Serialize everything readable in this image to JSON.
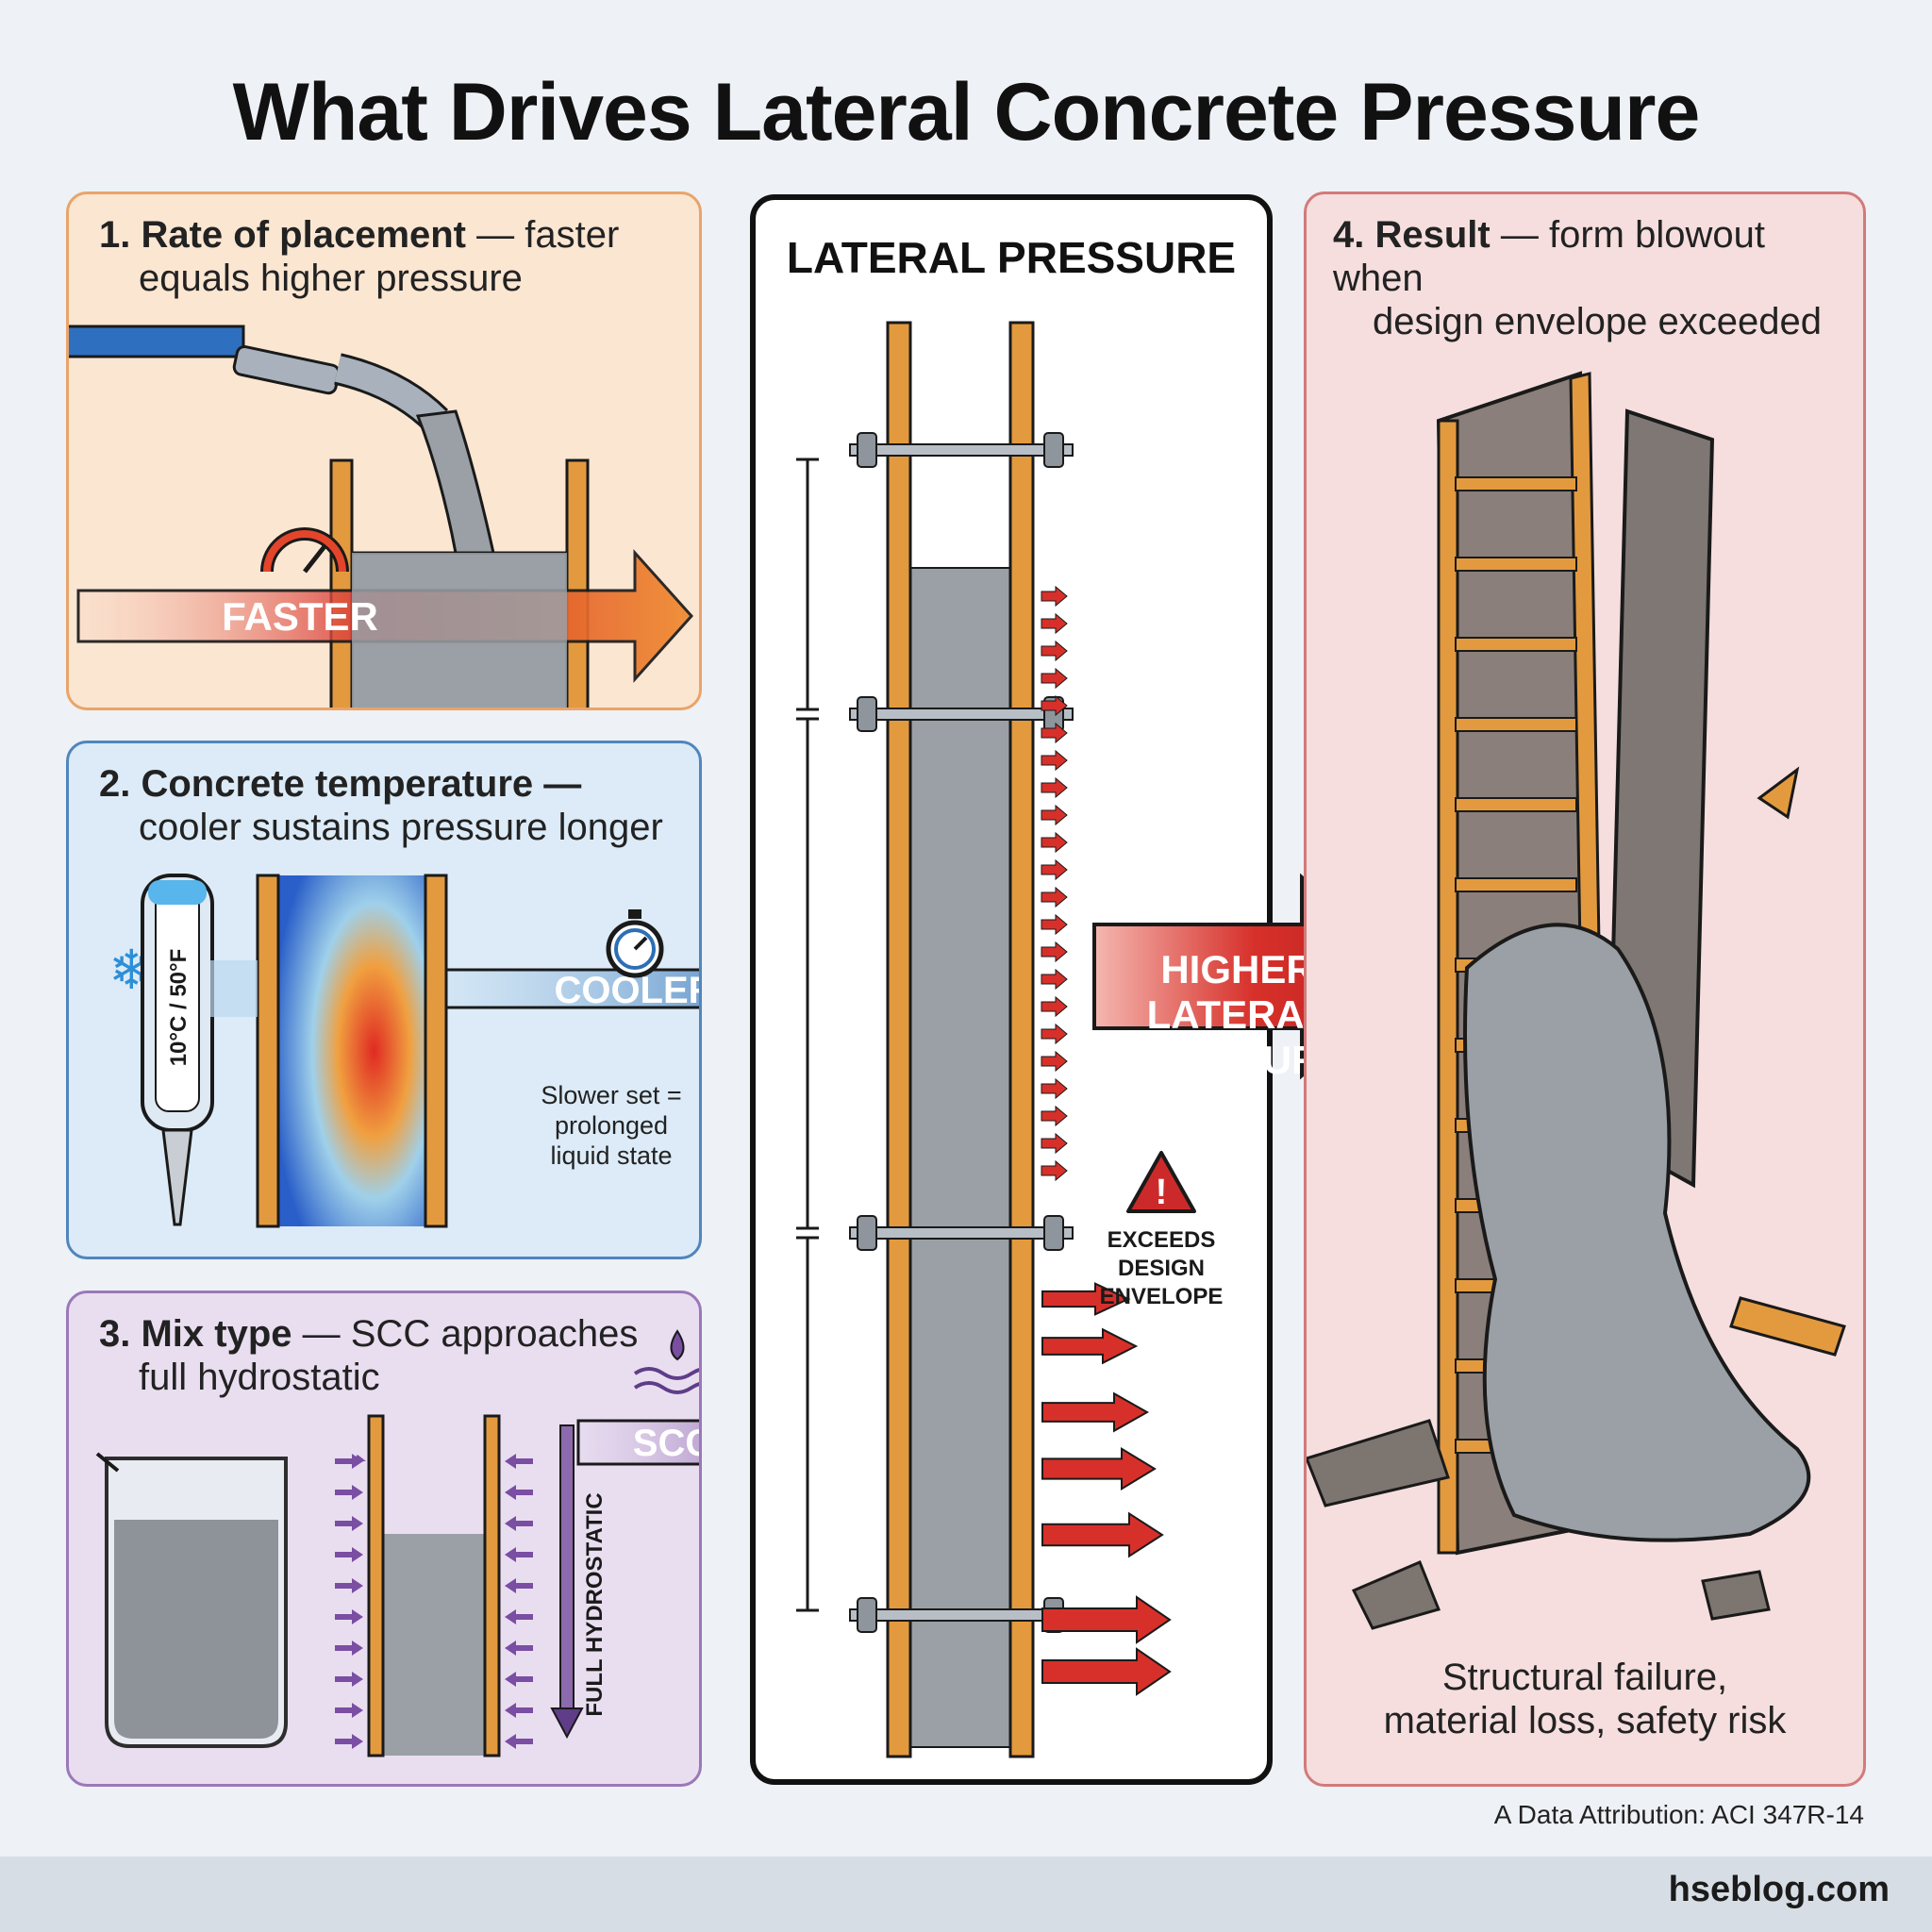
{
  "title": "What Drives Lateral Concrete Pressure",
  "panels": {
    "placement": {
      "heading": "1. Rate of placement",
      "line1": "faster",
      "line2": "equals higher pressure",
      "arrow_label": "FASTER"
    },
    "temperature": {
      "heading": "2. Concrete temperature",
      "line2": "cooler sustains pressure longer",
      "thermometer": "10°C / 50°F",
      "arrow_label": "COOLER",
      "note": [
        "Slower set =",
        "prolonged",
        "liquid state"
      ]
    },
    "mix": {
      "heading": "3. Mix type",
      "line1": "SCC approaches",
      "line2": "full hydrostatic",
      "arrow_label": "SCC",
      "hydro_label": "FULL HYDROSTATIC"
    },
    "center": {
      "heading": "LATERAL PRESSURE",
      "big_arrow": [
        "HIGHER",
        "LATERAL",
        "PRESSURE"
      ],
      "warning": [
        "EXCEEDS",
        "DESIGN",
        "ENVELOPE"
      ]
    },
    "result": {
      "heading": "4. Result",
      "line1": "form blowout when",
      "line2": "design envelope exceeded",
      "caption": [
        "Structural failure,",
        "material loss, safety risk"
      ]
    }
  },
  "attribution": "A Data Attribution: ACI 347R-14",
  "footer": "hseblog.com",
  "colors": {
    "orange_accent": "#e9a46a",
    "blue_accent": "#2d6fb5",
    "purple_accent": "#7a4ea3",
    "red_accent": "#cc2a2a",
    "wood": "#e39a3e"
  }
}
